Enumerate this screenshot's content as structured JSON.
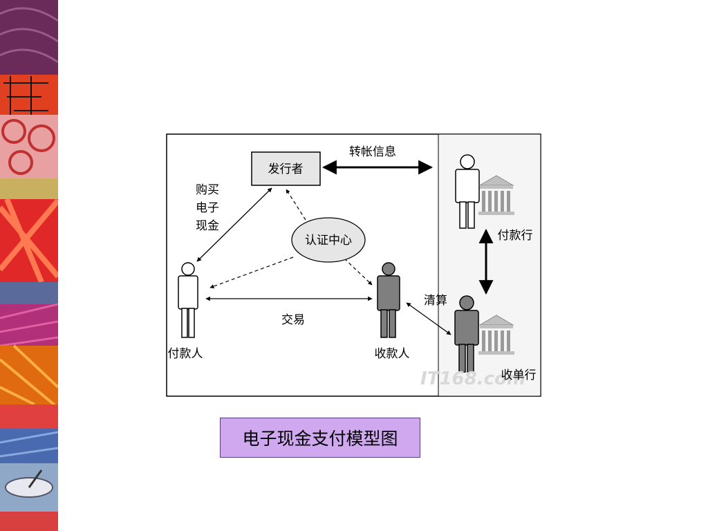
{
  "diagram": {
    "issuer": "发行者",
    "transfer_info": "转帐信息",
    "buy_ecash": [
      "购买",
      "电子",
      "现金"
    ],
    "cert_center": "认证中心",
    "payer": "付款人",
    "payee": "收款人",
    "transaction": "交易",
    "clearing": "清算",
    "payer_bank": "付款行",
    "payee_bank": "收单行",
    "watermark": "IT168.com"
  },
  "caption": "电子现金支付模型图",
  "colors": {
    "caption_bg": "#cfa8f0",
    "issuer_bg": "#e6e6e6",
    "payee_fill": "#7f7f7f",
    "payer_fill": "#ffffff"
  }
}
